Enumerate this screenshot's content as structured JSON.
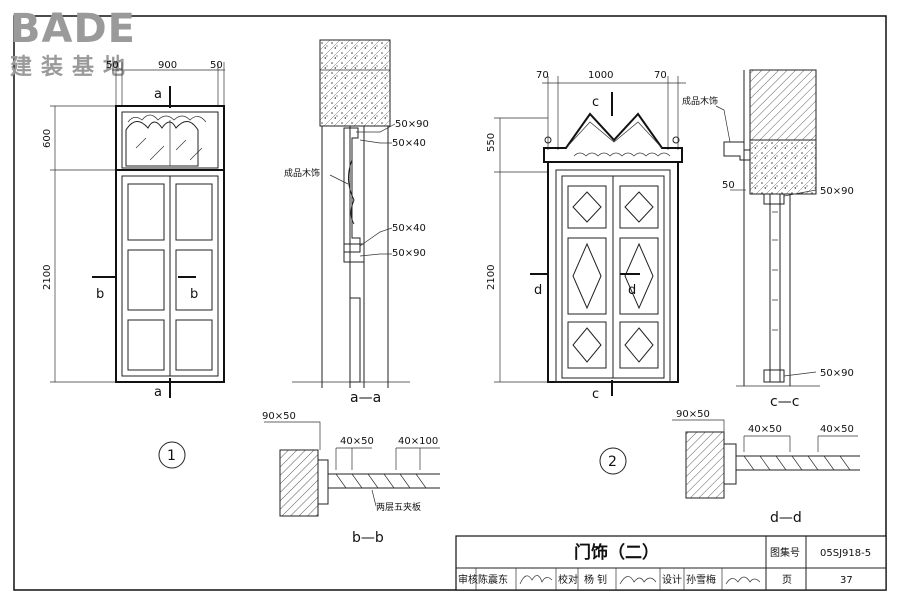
{
  "logo": {
    "main": "BADE",
    "sub": "建装基地"
  },
  "drawing1": {
    "top_dims": [
      "50",
      "900",
      "50"
    ],
    "left_dims": [
      "600",
      "2100"
    ],
    "cut_labels": {
      "a_top": "a",
      "a_bottom": "a",
      "b_left": "b",
      "b_right": "b"
    },
    "number": "1"
  },
  "section_aa": {
    "label": "a—a",
    "notes": [
      "50×90",
      "50×40",
      "成品木饰",
      "50×40",
      "50×90"
    ]
  },
  "section_bb": {
    "label": "b—b",
    "notes": [
      "90×50",
      "40×50",
      "40×100",
      "两层五夹板"
    ]
  },
  "drawing2": {
    "top_dims": [
      "70",
      "1000",
      "70"
    ],
    "left_dims": [
      "550",
      "2100"
    ],
    "cut_labels": {
      "c_top": "c",
      "c_bottom": "c",
      "d_left": "d",
      "d_right": "d"
    },
    "number": "2"
  },
  "section_cc": {
    "label": "c—c",
    "notes": [
      "成品木饰",
      "50",
      "50×90",
      "50×90"
    ]
  },
  "section_dd": {
    "label": "d—d",
    "notes": [
      "90×50",
      "40×50",
      "40×50"
    ]
  },
  "title_block": {
    "title": "门饰（二）",
    "atlas_label": "图集号",
    "atlas_no": "05SJ918-5",
    "row": [
      "审核",
      "陈震东",
      "校对",
      "杨 钊",
      "设计",
      "孙雪梅",
      "页",
      "37"
    ]
  }
}
